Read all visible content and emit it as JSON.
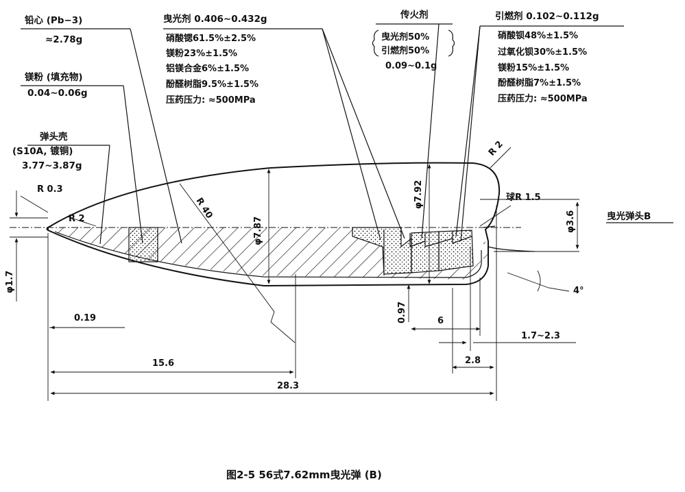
{
  "labels": {
    "lead_core": "铅心 (Pb−3)",
    "lead_core_mass": "≈2.78g",
    "mg_filler": "镁粉 (填充物)",
    "mg_filler_mass": "0.04~0.06g",
    "jacket": "弹头壳",
    "jacket_material": "(S10A, 镀铜)",
    "jacket_mass": "3.77~3.87g",
    "tracer": "曳光剂 0.406~0.432g",
    "tracer_1": "硝酸锶61.5%±2.5%",
    "tracer_2": "镁粉23%±1.5%",
    "tracer_3": "铝镁合金6%±1.5%",
    "tracer_4": "酚醛树脂9.5%±1.5%",
    "tracer_5": "压药压力: ≈500MPa",
    "relay": "传火剂",
    "relay_1": "曳光剂50%",
    "relay_2": "引燃剂50%",
    "relay_mass": "0.09~0.1g",
    "igniter": "引燃剂 0.102~0.112g",
    "igniter_1": "硝酸钡48%±1.5%",
    "igniter_2": "过氧化钡30%±1.5%",
    "igniter_3": "镁粉15%±1.5%",
    "igniter_4": "酚醛树脂7%±1.5%",
    "igniter_5": "压药压力: ≈500MPa",
    "side_label": "曳光弹头B"
  },
  "dimensions": {
    "r03": "R 0.3",
    "r2_tip": "R 2",
    "r40": "R 40",
    "r2_base": "R 2",
    "ball_r": "球R 1.5",
    "d787": "φ7.87",
    "d792": "φ7.92",
    "d36": "φ3.6",
    "d17": "φ1.7",
    "d019": "0.19",
    "d097": "0.97",
    "d6": "6",
    "d4deg": "4°",
    "d17_23": "1.7~2.3",
    "d28": "2.8",
    "d156": "15.6",
    "d283": "28.3"
  },
  "caption": "图2-5   56式7.62mm曳光弹 (B)"
}
